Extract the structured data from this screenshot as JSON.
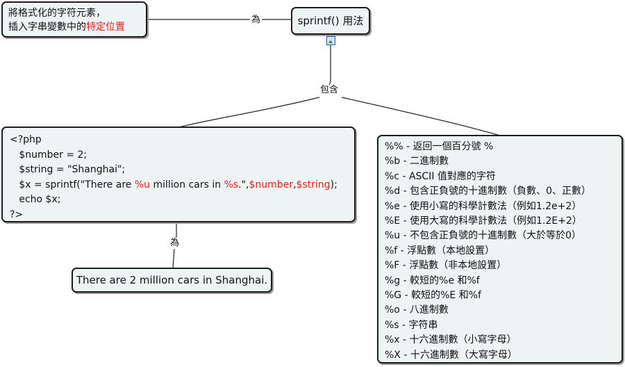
{
  "root": {
    "label": "sprintf() 用法",
    "icon": "image-attachment-icon"
  },
  "description": {
    "line1": "將格式化的字符元素，",
    "line2_prefix": "插入字串變數中的",
    "line2_highlight": "特定位置"
  },
  "link_labels": {
    "desc_root": "為",
    "root_children": "包含",
    "code_output": "為"
  },
  "code": {
    "line1": "<?php",
    "line2": "   $number = 2;",
    "line3": "   $string = \"Shanghai\";",
    "line4_a": "   $x = sprintf(\"There are ",
    "line4_b": "%u",
    "line4_c": " million cars in ",
    "line4_d": "%s",
    "line4_e": ".\",",
    "line4_f": "$number",
    "line4_g": ",",
    "line4_h": "$string",
    "line4_i": ");",
    "line5": "   echo $x;",
    "line6": "?>"
  },
  "output": "There are 2 million cars in Shanghai.",
  "format_list": [
    "%% - 返回一個百分號 %",
    "%b - 二進制數",
    "%c - ASCII 值對應的字符",
    "%d - 包含正負號的十進制數（負數、0、正數）",
    "%e - 使用小寫的科學計數法（例如1.2e+2）",
    "%E - 使用大寫的科學計數法（例如1.2E+2）",
    "%u - 不包含正負號的十進制數（大於等於0）",
    "%f - 浮點數（本地設置）",
    "%F - 浮點數（非本地設置）",
    "%g - 較短的%e 和%f",
    "%G - 較短的%E 和%f",
    "%o - 八進制數",
    "%s - 字符串",
    "%x - 十六進制數（小寫字母）",
    "%X - 十六進制數（大寫字母）"
  ],
  "colors": {
    "highlight": "#e02020",
    "node_fill": "#eef3f3",
    "border": "#1c1c1c"
  }
}
